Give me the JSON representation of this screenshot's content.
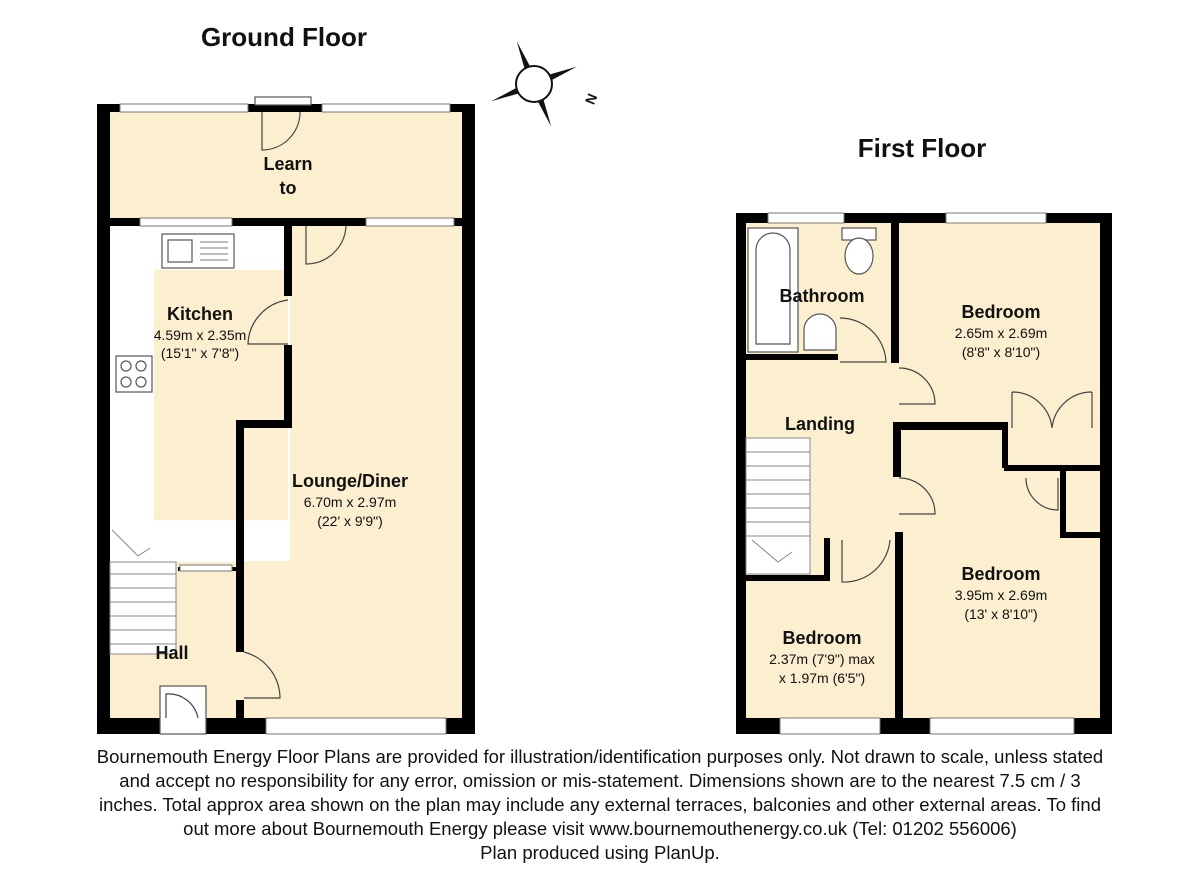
{
  "floors": {
    "ground": {
      "title": "Ground Floor",
      "rooms": {
        "learn_to": {
          "name_line1": "Learn",
          "name_line2": "to"
        },
        "kitchen": {
          "name": "Kitchen",
          "dim_metric": "4.59m x 2.35m",
          "dim_imperial": "(15'1\" x 7'8\")"
        },
        "lounge": {
          "name": "Lounge/Diner",
          "dim_metric": "6.70m x 2.97m",
          "dim_imperial": "(22' x 9'9\")"
        },
        "hall": {
          "name": "Hall"
        }
      }
    },
    "first": {
      "title": "First Floor",
      "rooms": {
        "bathroom": {
          "name": "Bathroom"
        },
        "bedroom_1": {
          "name": "Bedroom",
          "dim_metric": "2.65m x 2.69m",
          "dim_imperial": "(8'8\" x 8'10\")"
        },
        "landing": {
          "name": "Landing"
        },
        "bedroom_2": {
          "name": "Bedroom",
          "dim_metric": "3.95m x 2.69m",
          "dim_imperial": "(13' x 8'10\")"
        },
        "bedroom_3": {
          "name": "Bedroom",
          "dim_line1": "2.37m (7'9\") max",
          "dim_line2": "x 1.97m (6'5\")"
        }
      }
    }
  },
  "compass": {
    "label": "N",
    "icon": "compass-rose-icon"
  },
  "disclaimer": {
    "line1": "Bournemouth Energy Floor Plans are provided for illustration/identification purposes only. Not drawn to scale, unless stated",
    "line2": "and accept no responsibility for any error, omission or mis-statement. Dimensions shown are to the nearest 7.5 cm / 3",
    "line3": "inches. Total approx area shown on the plan may include any external terraces, balconies and other external areas. To find",
    "line4": "out more about Bournemouth Energy please visit www.bournemouthenergy.co.uk (Tel: 01202 556006)",
    "line5": "Plan produced using PlanUp."
  },
  "colors": {
    "floor": "#fcefd0",
    "wall": "#000000",
    "background": "#ffffff"
  }
}
